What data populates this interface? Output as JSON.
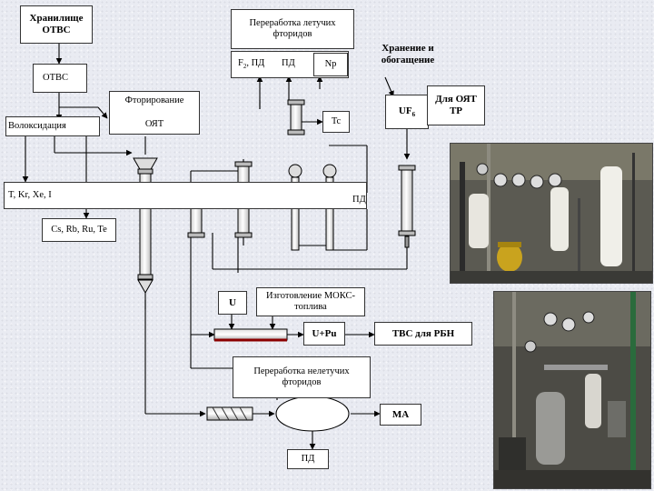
{
  "storage_box": "Хранилище ОТВС",
  "volatile_box": "Переработка летучих фторидов",
  "storage_enrich": "Хранение и обогащение",
  "f2_pd": "F",
  "f2_sub": "2",
  "f2_tail": ", ПД",
  "pd_top": "ПД",
  "np": "Np",
  "otvs": "ОТВС",
  "fluorination": "Фторирование",
  "oyat": "ОЯТ",
  "uf6": "UF",
  "uf6_sub": "6",
  "for_oyat": "Для ОЯТ ТР",
  "voloxidation": "Волоксидация",
  "tc": "Tc",
  "gases": "T, Kr, Xe, I",
  "pd_mid": "ПД",
  "cs_rb": "Cs, Rb, Ru, Te",
  "u_box": "U",
  "mox": "Изготовление МОКС-топлива",
  "u_pu": "U+Pu",
  "tvs": "ТВС для РБН",
  "nonvolatile": "Переработка нелетучих фторидов",
  "ma": "MA",
  "pd_bottom": "ПД"
}
